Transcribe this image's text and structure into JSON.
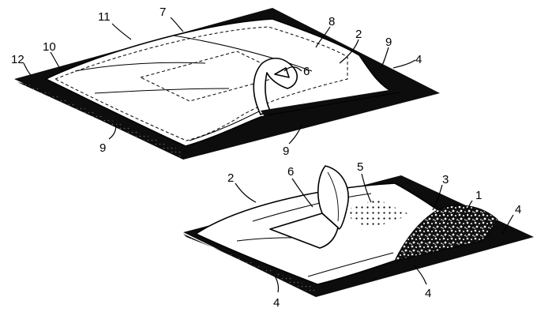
{
  "upper_figure": {
    "labels": {
      "n11": "11",
      "n7": "7",
      "n8": "8",
      "n2": "2",
      "n9_top": "9",
      "n4": "4",
      "n6": "6",
      "n12": "12",
      "n10": "10",
      "n9_left": "9",
      "n9_bottom": "9"
    }
  },
  "lower_figure": {
    "labels": {
      "n2": "2",
      "n6": "6",
      "n5": "5",
      "n3": "3",
      "n1": "1",
      "n4_right": "4",
      "n4_bottom_left": "4",
      "n4_bottom_right": "4"
    }
  },
  "colors": {
    "ink": "#000000",
    "paper": "#ffffff",
    "tray_black": "#0d0d0d"
  }
}
